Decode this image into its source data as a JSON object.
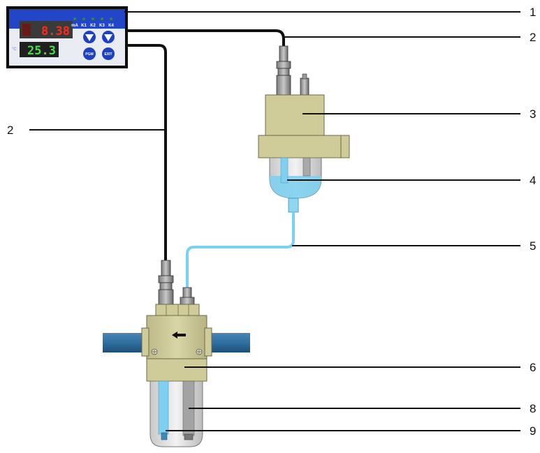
{
  "controller": {
    "display_top": "8.38",
    "display_bottom": "25.3",
    "unit_symbol": "°C",
    "indicator_labels": [
      "mA",
      "K1",
      "K2",
      "K3",
      "K4"
    ],
    "button_labels": [
      "PGM",
      "EXIT"
    ],
    "colors": {
      "top_display": "#ff2a1a",
      "bottom_display": "#44e04a",
      "panel": "#2244cc"
    }
  },
  "callouts": {
    "n1": "1",
    "n2_right": "2",
    "n2_left": "2",
    "n3": "3",
    "n4": "4",
    "n5": "5",
    "n6": "6",
    "n8": "8",
    "n9": "9"
  },
  "colors": {
    "body": "#cfcc9a",
    "water": "#7fd0f0",
    "pipe": "#2f6e9e",
    "cable": "#111111",
    "tube": "#7ad2f2"
  }
}
